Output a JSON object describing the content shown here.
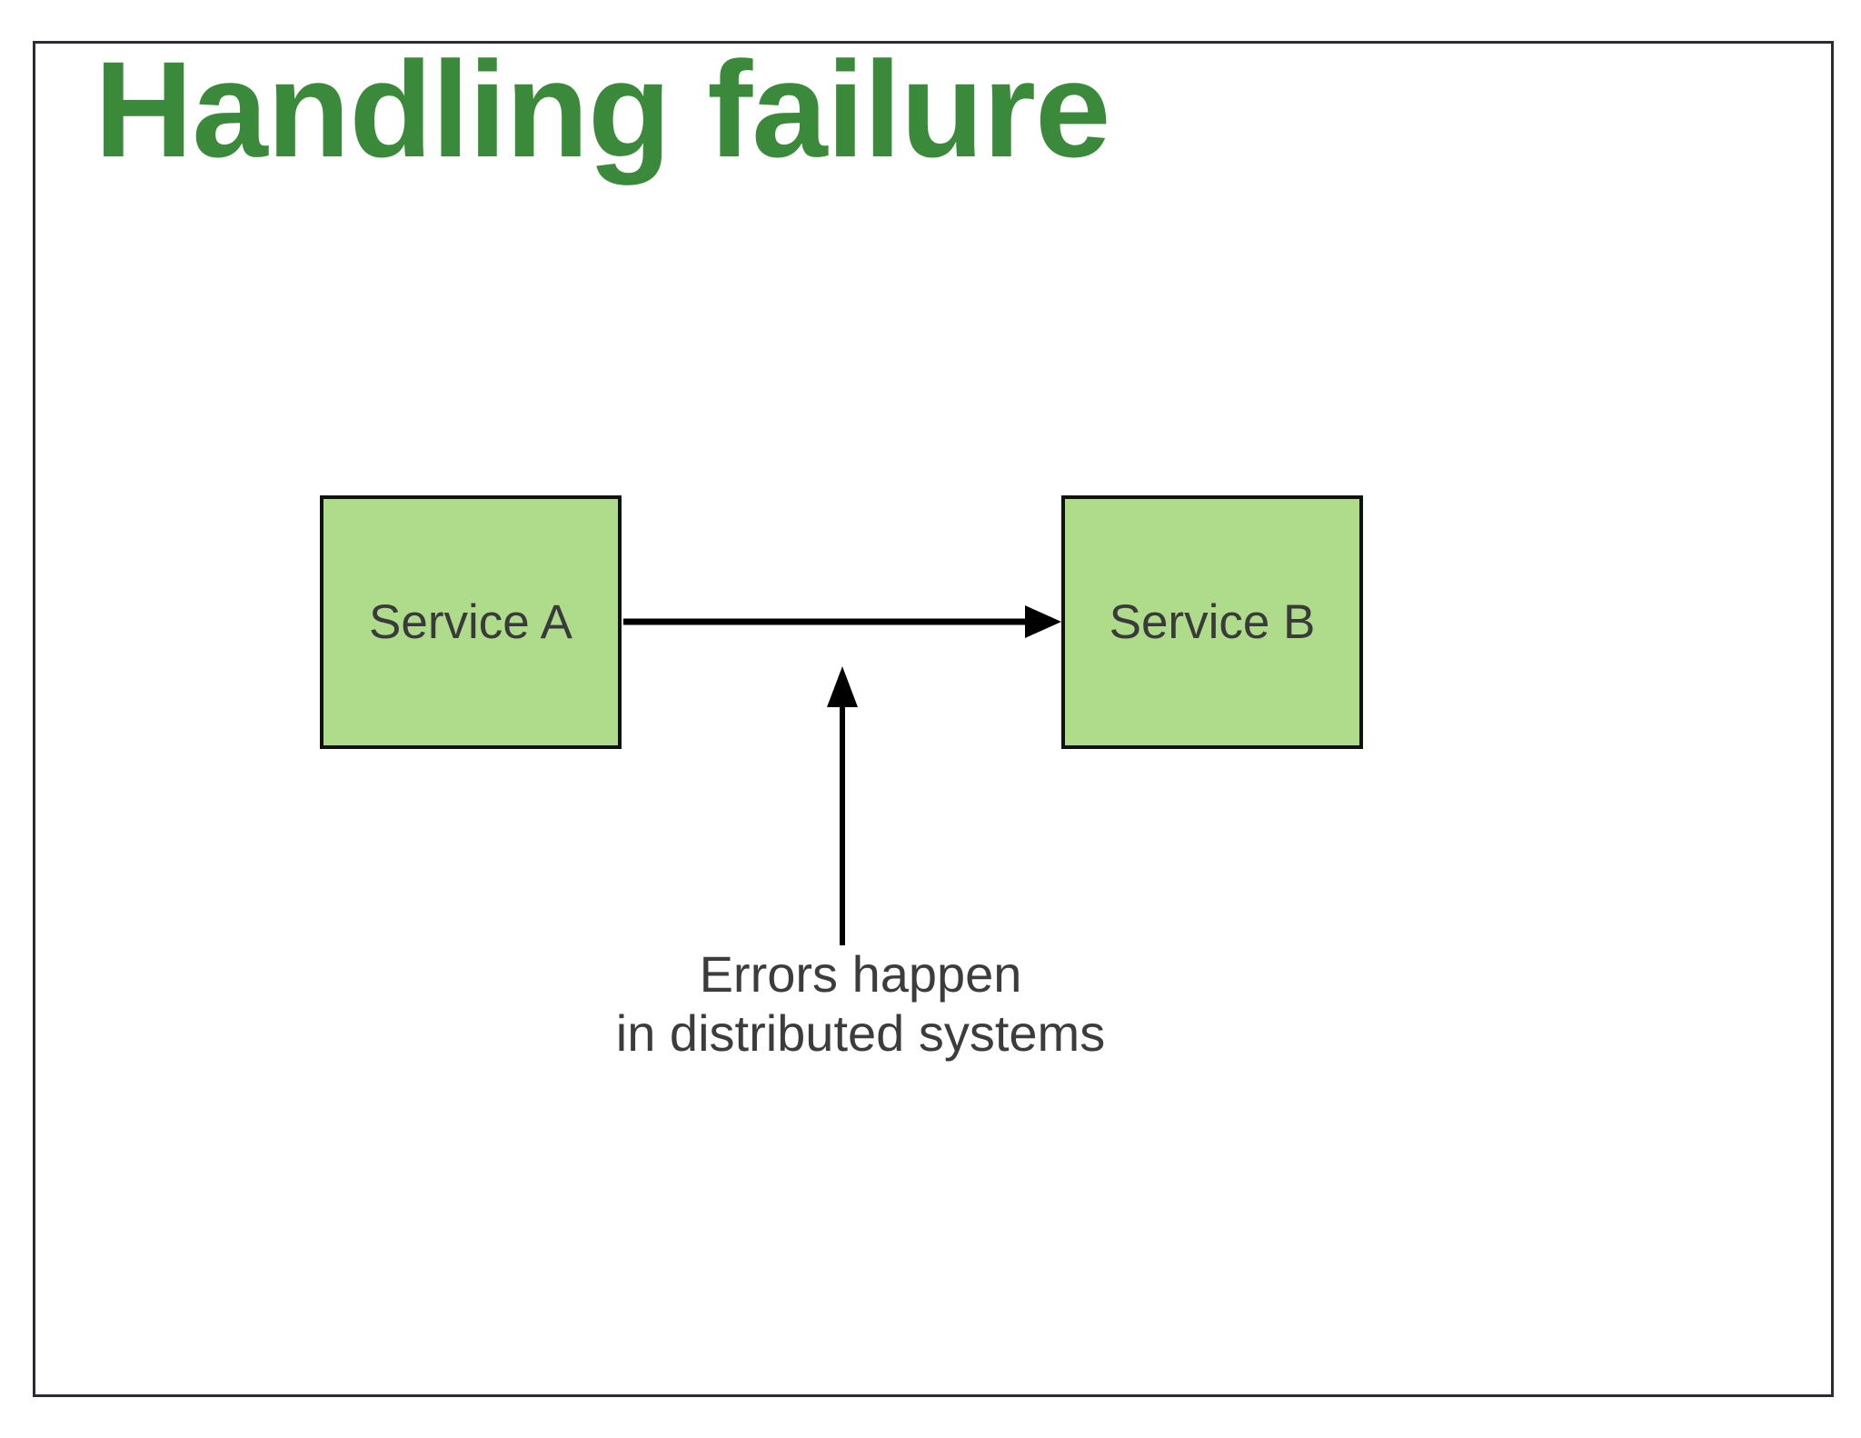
{
  "slide": {
    "title": "Handling failure",
    "background_color": "#ffffff",
    "border_color": "#2b2b35",
    "title_color": "#3b8a3b"
  },
  "diagram": {
    "nodes": [
      {
        "id": "service-a",
        "label": "Service A",
        "fill_color": "#afdc8b",
        "border_color": "#111111",
        "text_color": "#3a3a3a"
      },
      {
        "id": "service-b",
        "label": "Service B",
        "fill_color": "#afdc8b",
        "border_color": "#111111",
        "text_color": "#3a3a3a"
      }
    ],
    "edges": [
      {
        "id": "a-to-b",
        "from": "service-a",
        "to": "service-b",
        "label": "",
        "color": "#000000",
        "arrowhead": "end"
      }
    ],
    "annotations": [
      {
        "id": "errors-callout",
        "lines": [
          "Errors happen",
          "in distributed systems"
        ],
        "text_color": "#3c3c3c",
        "pointer": {
          "target": "a-to-b",
          "color": "#000000",
          "arrowhead": "end"
        }
      }
    ]
  }
}
